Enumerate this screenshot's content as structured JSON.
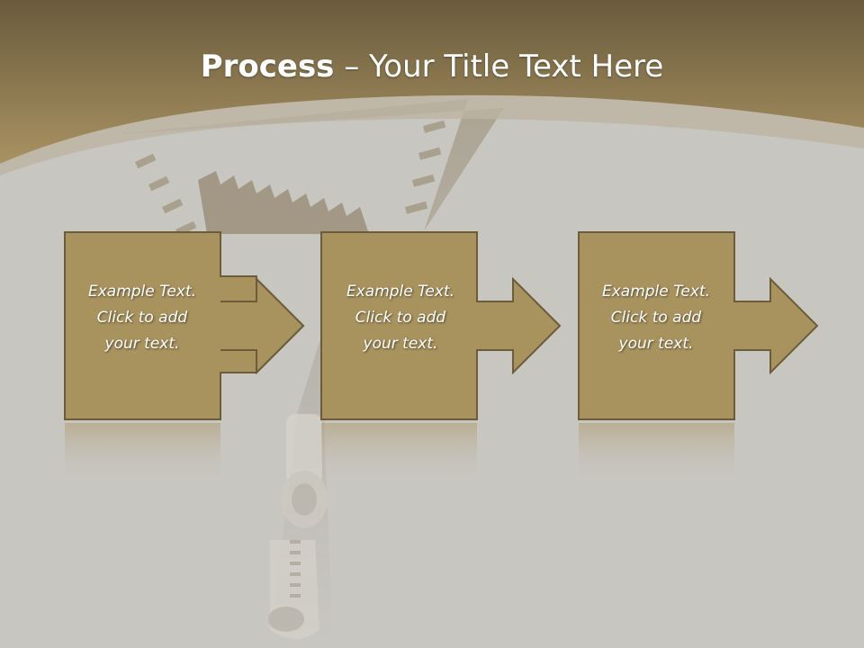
{
  "title": {
    "bold": "Process",
    "rest": " – Your Title Text Here"
  },
  "steps": [
    {
      "lines": [
        "Example Text.",
        "Click  to add",
        "your text."
      ]
    },
    {
      "lines": [
        "Example Text.",
        "Click  to add",
        "your text."
      ]
    },
    {
      "lines": [
        "Example Text.",
        "Click  to add",
        "your text."
      ]
    }
  ],
  "colors": {
    "header_top": "#6e5f40",
    "header_bottom": "#a58e5e",
    "box_fill": "#a8925e",
    "box_border": "#6c5c3a",
    "background": "#c8c6c1"
  }
}
